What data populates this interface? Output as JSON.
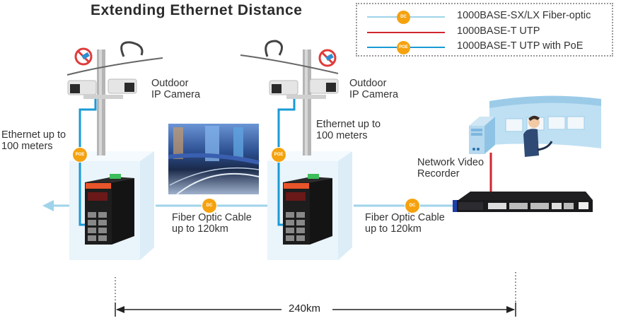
{
  "title": "Extending  Ethernet Distance",
  "legend": {
    "items": [
      {
        "label": "1000BASE-SX/LX Fiber-optic",
        "line_color": "#9fd3ea",
        "badge": "DC"
      },
      {
        "label": "1000BASE-T UTP",
        "line_color": "#d0262f",
        "badge": ""
      },
      {
        "label": "1000BASE-T UTP with PoE",
        "line_color": "#1a9ad6",
        "badge": "POE"
      }
    ]
  },
  "colors": {
    "fiber": "#9fd3ea",
    "utp": "#d0262f",
    "poe": "#1a9ad6",
    "badge": "#f5a20f",
    "dimension": "#222222"
  },
  "labels": {
    "camera_left": "Outdoor\nIP Camera",
    "camera_right": "Outdoor\nIP Camera",
    "ethernet_left": "Ethernet up to\n100 meters",
    "ethernet_right": "Ethernet up to\n100 meters",
    "fiber_left": "Fiber Optic Cable\nup to 120km",
    "fiber_right": "Fiber Optic Cable\nup to 120km",
    "nvr": "Network Video\nRecorder",
    "distance": "240km"
  },
  "badges": {
    "poe": "POE",
    "dc": "DC"
  }
}
